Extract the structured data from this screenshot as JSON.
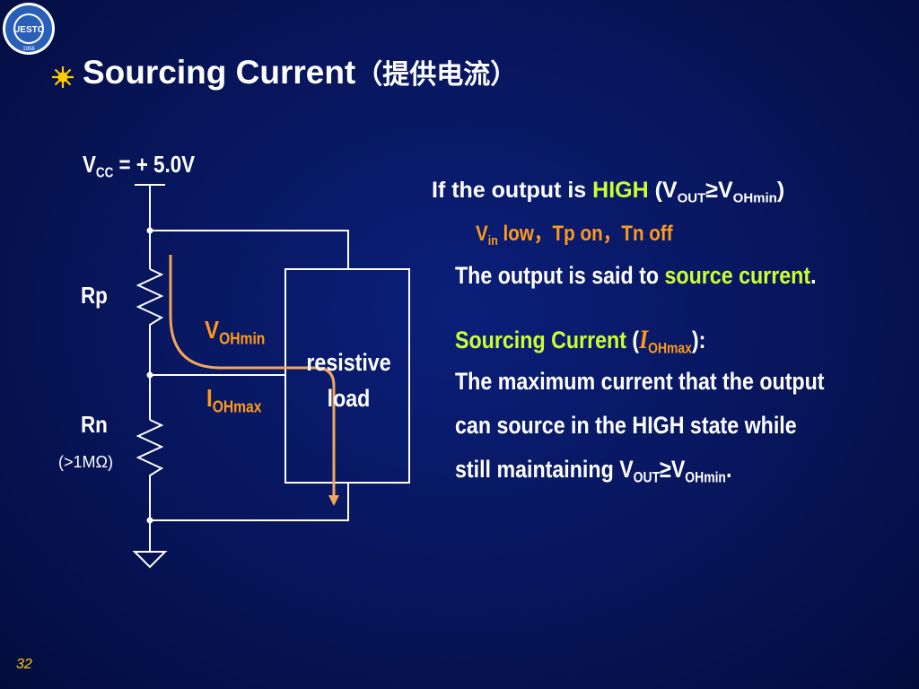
{
  "slide": {
    "title": "Sourcing Current",
    "title_cn": "（提供电流）",
    "page_number": "32"
  },
  "logo": {
    "text": "UESTC",
    "year": "1956"
  },
  "circuit": {
    "vcc_label": "V",
    "vcc_sub": "CC",
    "vcc_value": " = + 5.0V",
    "rp_label": "Rp",
    "rn_label": "Rn",
    "rn_note": "(>1MΩ)",
    "vohmin_main": "V",
    "vohmin_sub": "OHmin",
    "iohmax_main": "I",
    "iohmax_sub": "OHmax",
    "load_line1": "resistive",
    "load_line2": "load"
  },
  "text": {
    "line1_prefix": "If the output is ",
    "line1_high": "HIGH",
    "line1_open": " (V",
    "line1_out_sub": "OUT",
    "line1_ge": "≥V",
    "line1_ohmin_sub": "OHmin",
    "line1_close": ")",
    "line2_v": "V",
    "line2_in_sub": "in",
    "line2_rest": " low，Tp on，Tn off",
    "line3_prefix": "The output is said to ",
    "line3_green": "source current",
    "line3_end": ".",
    "line4_green": "Sourcing   Current",
    "line4_open": " (",
    "line4_i": "I",
    "line4_i_sub": "OHmax",
    "line4_close": "):",
    "line5": "The maximum current that the output",
    "line6": "can source in the HIGH state while",
    "line7_prefix": "still maintaining V",
    "line7_out_sub": "OUT",
    "line7_ge": "≥V",
    "line7_ohmin_sub": "OHmin",
    "line7_end": "."
  },
  "colors": {
    "background": "#07155a",
    "accent_green": "#ccff33",
    "accent_orange": "#ff9a1a",
    "bullet": "#ffcc00",
    "text": "#ffffff"
  },
  "icons": {
    "bullet": "sun-bullet-icon",
    "logo": "university-seal-logo"
  }
}
